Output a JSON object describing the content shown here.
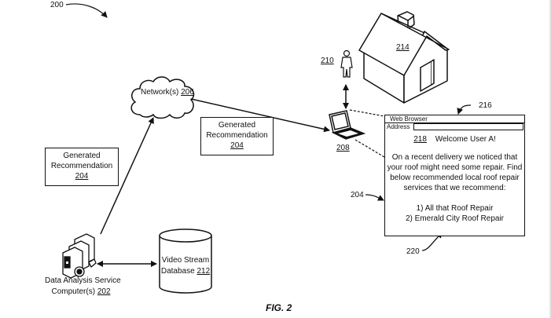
{
  "figure": {
    "ref_number": "200",
    "caption": "FIG. 2"
  },
  "network": {
    "label": "Network(s)",
    "ref": "206"
  },
  "recommendation_left": {
    "line1": "Generated",
    "line2": "Recommendation",
    "ref": "204"
  },
  "recommendation_mid": {
    "line1": "Generated",
    "line2": "Recommendation",
    "ref": "204"
  },
  "data_service": {
    "line1": "Data Analysis Service",
    "line2": "Computer(s)",
    "ref": "202"
  },
  "database": {
    "line1": "Video Stream",
    "line2": "Database",
    "ref": "212"
  },
  "user": {
    "ref": "210"
  },
  "house": {
    "ref": "214"
  },
  "laptop": {
    "ref": "208"
  },
  "browser": {
    "ref": "216",
    "title": "Web Browser",
    "address_label": "Address",
    "address_value": "",
    "welcome_ref": "218",
    "welcome_text": "Welcome User A!",
    "message_lines": [
      "On a recent delivery we noticed that",
      "your roof might need some repair. Find",
      "below recommended local roof repair",
      "services that we recommend:"
    ],
    "recommendations": [
      "1) All that Roof Repair",
      "2) Emerald City Roof Repair"
    ],
    "recommendation_ref": "204",
    "list_ref": "220"
  }
}
